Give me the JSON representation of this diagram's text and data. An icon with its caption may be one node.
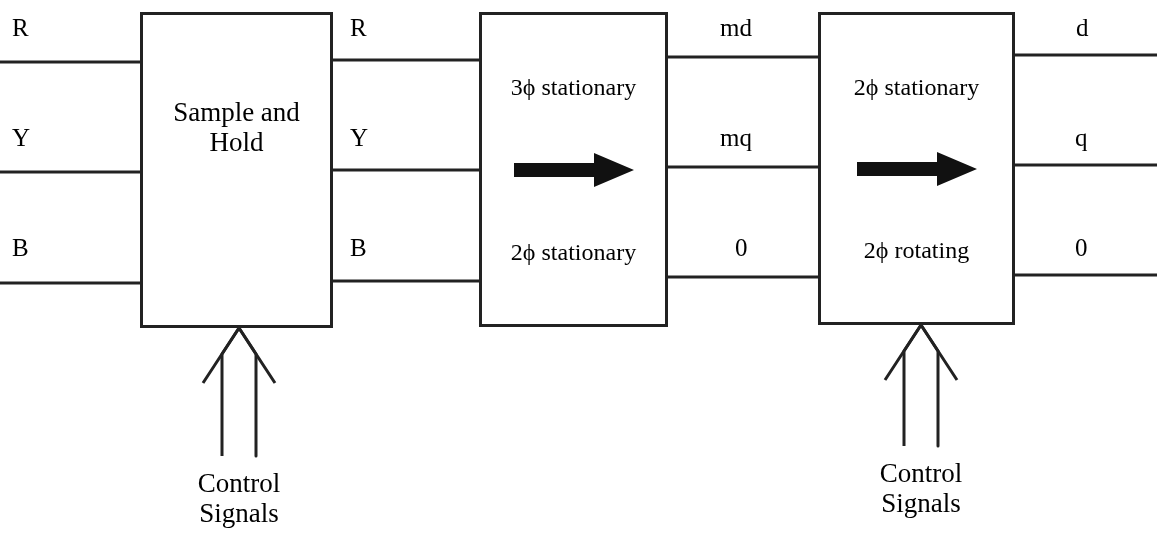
{
  "diagram": {
    "nodes": [
      {
        "text": [
          "Sample and Hold"
        ]
      },
      {
        "text": [
          "3ϕ stationary",
          "2ϕ stationary"
        ]
      },
      {
        "text": [
          "2ϕ stationary",
          "2ϕ rotating"
        ]
      },
      {
        "text": [
          "Control Signals"
        ]
      },
      {
        "text": [
          "Control Signals"
        ]
      }
    ],
    "edges": [
      {
        "from": null,
        "to": 0,
        "arrow": "none",
        "label": "R"
      },
      {
        "from": null,
        "to": 0,
        "arrow": "none",
        "label": "Y"
      },
      {
        "from": null,
        "to": 0,
        "arrow": "none",
        "label": "B"
      },
      {
        "from": 0,
        "to": 1,
        "arrow": "none",
        "label": "R"
      },
      {
        "from": 0,
        "to": 1,
        "arrow": "none",
        "label": "Y"
      },
      {
        "from": 0,
        "to": 1,
        "arrow": "none",
        "label": "B"
      },
      {
        "from": 1,
        "to": 2,
        "arrow": "none",
        "label": "md"
      },
      {
        "from": 1,
        "to": 2,
        "arrow": "none",
        "label": "mq"
      },
      {
        "from": 1,
        "to": 2,
        "arrow": "none",
        "label": "0"
      },
      {
        "from": 2,
        "to": null,
        "arrow": "none",
        "label": "d"
      },
      {
        "from": 2,
        "to": null,
        "arrow": "none",
        "label": "q"
      },
      {
        "from": 2,
        "to": null,
        "arrow": "none",
        "label": "0"
      },
      {
        "from": 3,
        "to": 0,
        "arrow": "to"
      },
      {
        "from": 4,
        "to": 2,
        "arrow": "to"
      }
    ]
  }
}
